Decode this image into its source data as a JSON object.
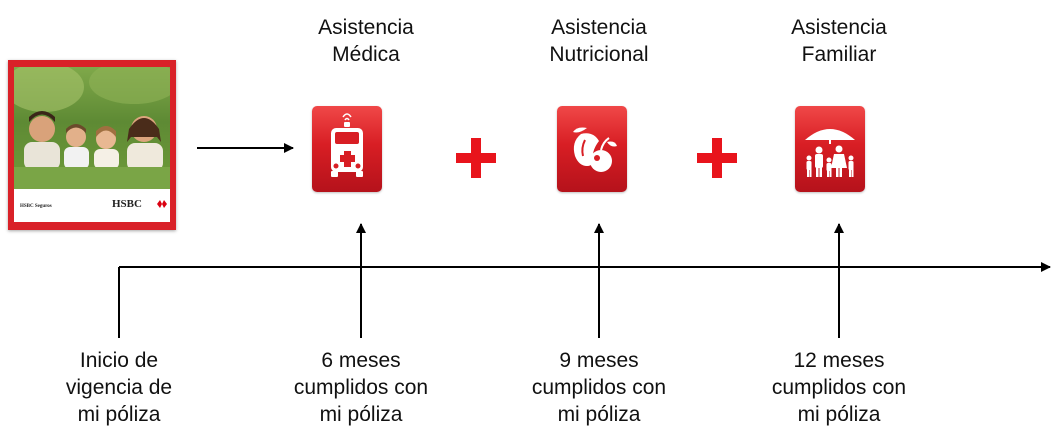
{
  "brochure": {
    "brand_small": "HSBC Seguros",
    "brand": "HSBC"
  },
  "steps": [
    {
      "title_lines": [
        "Asistencia",
        "Médica"
      ],
      "icon": "ambulance-icon",
      "label_lines": [
        "6 meses",
        "cumplidos con",
        "mi póliza"
      ]
    },
    {
      "title_lines": [
        "Asistencia",
        "Nutricional"
      ],
      "icon": "fruit-icon",
      "label_lines": [
        "9 meses",
        "cumplidos con",
        "mi póliza"
      ]
    },
    {
      "title_lines": [
        "Asistencia",
        "Familiar"
      ],
      "icon": "family-umbrella-icon",
      "label_lines": [
        "12 meses",
        "cumplidos con",
        "mi póliza"
      ]
    }
  ],
  "start_label_lines": [
    "Inicio de",
    "vigencia de",
    "mi póliza"
  ],
  "colors": {
    "accent": "#e8141c",
    "tile": "#d81e24",
    "line": "#000000"
  }
}
